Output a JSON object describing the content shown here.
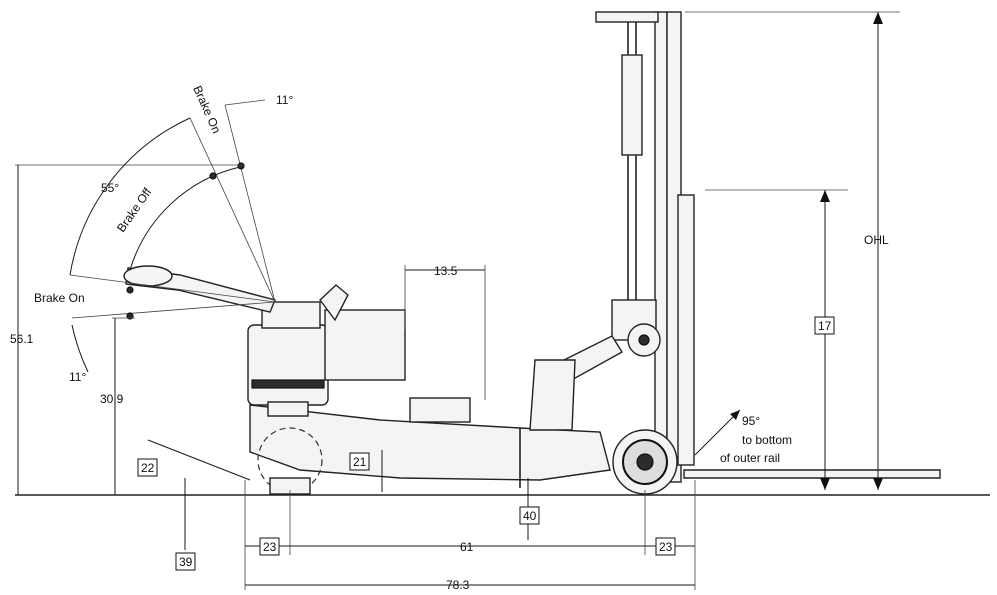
{
  "labels": {
    "brake_on_top": "Brake On",
    "brake_off": "Brake Off",
    "brake_on_left": "Brake On",
    "angle_top": "11°",
    "angle_55": "55°",
    "angle_bottom": "11°",
    "height_handle": "56.1",
    "height_low": "30.9",
    "dim_13_5": "13.5",
    "ohl": "OHL",
    "angle_95": "95°",
    "to_bottom": "to bottom",
    "of_outer_rail": "of outer rail",
    "dim_61": "61",
    "dim_78_3": "78.3"
  },
  "boxed_refs": {
    "ref_17": "17",
    "ref_21": "21",
    "ref_22": "22",
    "ref_23_left": "23",
    "ref_23_right": "23",
    "ref_39": "39",
    "ref_40": "40"
  }
}
